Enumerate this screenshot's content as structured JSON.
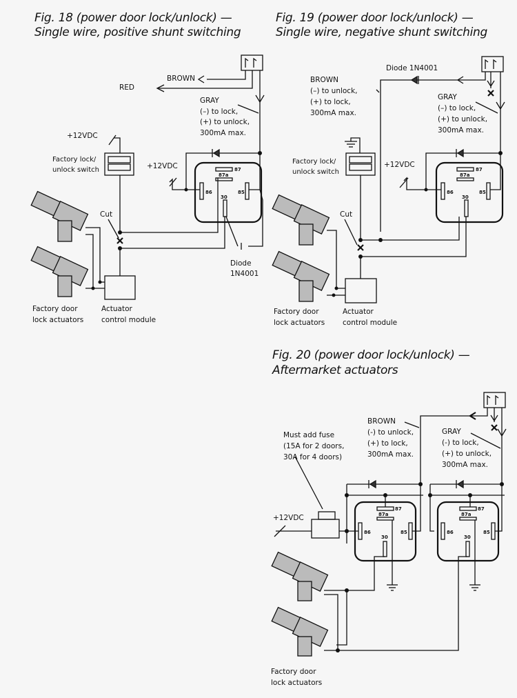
{
  "figures": [
    {
      "id": "fig18",
      "title_line1": "Fig. 18 (power door lock/unlock) —",
      "title_line2": "Single wire, positive shunt switching",
      "labels": {
        "brown": "BROWN",
        "red": "RED",
        "gray_title": "GRAY",
        "gray_l1": "(–) to lock,",
        "gray_l2": "(+) to unlock,",
        "gray_l3": "300mA max.",
        "plus12_a": "+12VDC",
        "plus12_b": "+12VDC",
        "switch_l1": "Factory lock/",
        "switch_l2": "unlock switch",
        "cut": "Cut",
        "diode_l1": "Diode",
        "diode_l2": "1N4001",
        "actuators_l1": "Factory door",
        "actuators_l2": "lock actuators",
        "module_l1": "Actuator",
        "module_l2": "control module"
      },
      "relay_pins": [
        "87",
        "87a",
        "86",
        "85",
        "30"
      ]
    },
    {
      "id": "fig19",
      "title_line1": "Fig. 19 (power door lock/unlock) —",
      "title_line2": "Single wire, negative shunt switching",
      "labels": {
        "diode": "Diode 1N4001",
        "brown_title": "BROWN",
        "brown_l1": "(–) to unlock,",
        "brown_l2": "(+) to lock,",
        "brown_l3": "300mA max.",
        "gray_title": "GRAY",
        "gray_l1": "(–) to lock,",
        "gray_l2": "(+) to unlock,",
        "gray_l3": "300mA max.",
        "plus12": "+12VDC",
        "switch_l1": "Factory lock/",
        "switch_l2": "unlock switch",
        "cut": "Cut",
        "actuators_l1": "Factory door",
        "actuators_l2": "lock actuators",
        "module_l1": "Actuator",
        "module_l2": "control module"
      },
      "relay_pins": [
        "87",
        "87a",
        "86",
        "85",
        "30"
      ]
    },
    {
      "id": "fig20",
      "title_line1": "Fig. 20 (power door lock/unlock) —",
      "title_line2": "Aftermarket actuators",
      "labels": {
        "fuse_l1": "Must add fuse",
        "fuse_l2": "(15A for 2 doors,",
        "fuse_l3": "30A for 4 doors)",
        "brown_title": "BROWN",
        "brown_l1": "(-) to unlock,",
        "brown_l2": "(+) to lock,",
        "brown_l3": "300mA max.",
        "gray_title": "GRAY",
        "gray_l1": "(-) to lock,",
        "gray_l2": "(+) to unlock,",
        "gray_l3": "300mA max.",
        "plus12": "+12VDC",
        "actuators_l1": "Factory door",
        "actuators_l2": "lock actuators"
      },
      "relay_pins": [
        "87",
        "87a",
        "86",
        "85",
        "30"
      ]
    }
  ]
}
